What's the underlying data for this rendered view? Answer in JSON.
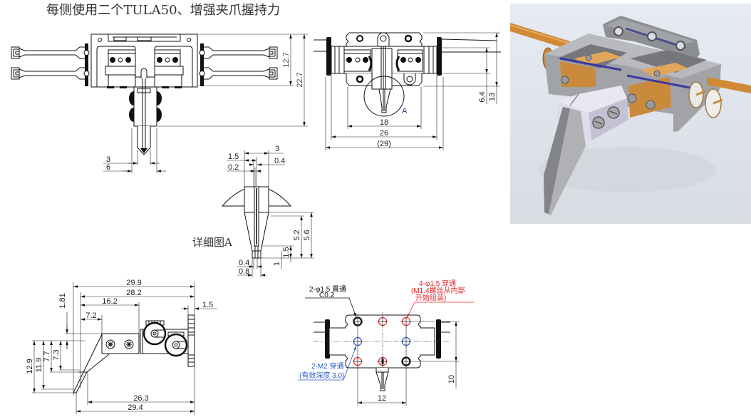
{
  "title": "每侧使用二个TULA50、增强夹爪握持力",
  "top_view": {
    "dims": {
      "height_12_7": "12.7",
      "height_22_7": "22.7",
      "width_3": "3",
      "width_6": "6"
    }
  },
  "front_view": {
    "dims": {
      "width_18": "18",
      "width_26": "26",
      "width_29": "(29)",
      "height_6_4": "6.4",
      "height_13": "13"
    },
    "detail_marker": "A"
  },
  "detail_a": {
    "label": "详细图A",
    "dims": {
      "top_3": "3",
      "top_1_5": "1.5",
      "top_0_4": "0.4",
      "top_0_2": "0.2",
      "height_5_2": "5.2",
      "height_5_6": "5.6",
      "height_1_5": "1.5",
      "height_1": "1",
      "bottom_0_4": "0.4",
      "bottom_0_8": "0.8"
    }
  },
  "side_view": {
    "dims": {
      "width_29_9": "29.9",
      "width_28_2": "28.2",
      "width_16_2": "16.2",
      "width_7_2": "7.2",
      "width_1_5": "1.5",
      "height_1_81": "1.81",
      "height_12_9": "12.9",
      "height_11_9": "11.9",
      "height_7_7": "7.7",
      "height_7_3": "7.3",
      "width_26_3": "26.3",
      "width_29_4": "29.4"
    }
  },
  "bottom_view": {
    "dims": {
      "width_12": "12",
      "height_10": "10"
    },
    "notes": {
      "through_hole": {
        "line1": "2-φ1.5 貫通",
        "line2": "C0.2",
        "color": "#111111"
      },
      "screw_hole": {
        "line1": "4-φ1.5 穿通",
        "line2": "(M1.4螺丝从内部",
        "line3": "开始组装)",
        "color": "#e8262a"
      },
      "tapped_hole": {
        "line1": "2-M2 穿通",
        "line2": "(有效深度 3.0)",
        "color": "#2a5bc4"
      }
    }
  },
  "colors": {
    "drawing_line": "#111111",
    "red_holes": "#e8262a",
    "blue_holes": "#2a5bc4",
    "detail_marker": "#2b3a8a",
    "render_background": "#e4e8ef",
    "render_body": "#a2a3a7",
    "render_copper": "#d08a35",
    "render_blade": "#b0b1b5"
  }
}
